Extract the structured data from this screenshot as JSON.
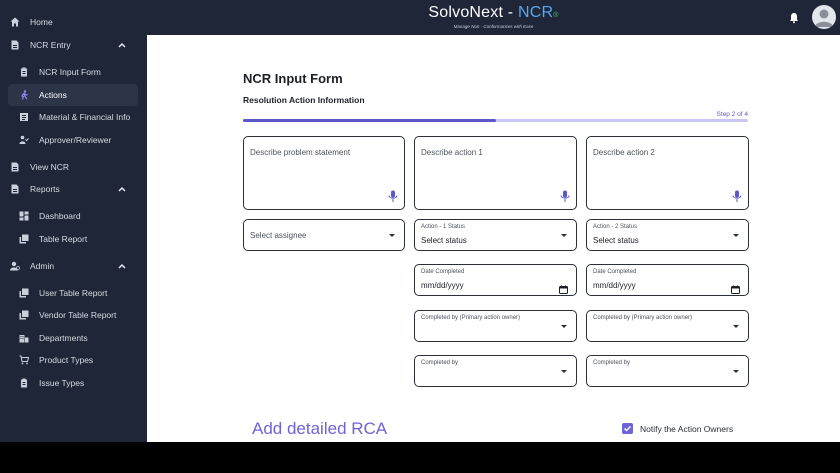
{
  "sidebar": {
    "home": "Home",
    "ncr_entry": "NCR Entry",
    "ncr_input_form": "NCR Input Form",
    "actions": "Actions",
    "material_financial": "Material & Financial Info",
    "approver_reviewer": "Approver/Reviewer",
    "view_ncr": "View NCR",
    "reports": "Reports",
    "dashboard": "Dashboard",
    "table_report": "Table Report",
    "admin": "Admin",
    "user_table_report": "User Table Report",
    "vendor_table_report": "Vendor Table Report",
    "departments": "Departments",
    "product_types": "Product Types",
    "issue_types": "Issue Types"
  },
  "header": {
    "brand_prefix": "SolvoNext - ",
    "brand_ncr": "NCR",
    "brand_mark": "®",
    "tagline": "Manage Non - Conformances with Ease"
  },
  "form": {
    "title": "NCR Input Form",
    "subtitle": "Resolution Action Information",
    "step": "Step 2 of 4",
    "progress": 0.5,
    "problem_statement_placeholder": "Describe problem statement",
    "action1_placeholder": "Describe action 1",
    "action2_placeholder": "Describe action 2",
    "assignee_placeholder": "Select assignee",
    "action1_status_label": "Action - 1 Status",
    "action1_status_value": "Select status",
    "action2_status_label": "Action - 2 Status",
    "action2_status_value": "Select status",
    "date_completed_label": "Date Completed",
    "date_placeholder": "mm/dd/yyyy",
    "completed_by_primary_label": "Completed by (Primary action owner)",
    "completed_by_label": "Completed by",
    "add_rca": "Add detailed RCA",
    "notify_owners": "Notify the Action Owners",
    "notify_checked": true
  },
  "colors": {
    "sidebar_bg": "#1e2637",
    "accent": "#6e63d8",
    "brand_blue": "#5aa7f0"
  }
}
